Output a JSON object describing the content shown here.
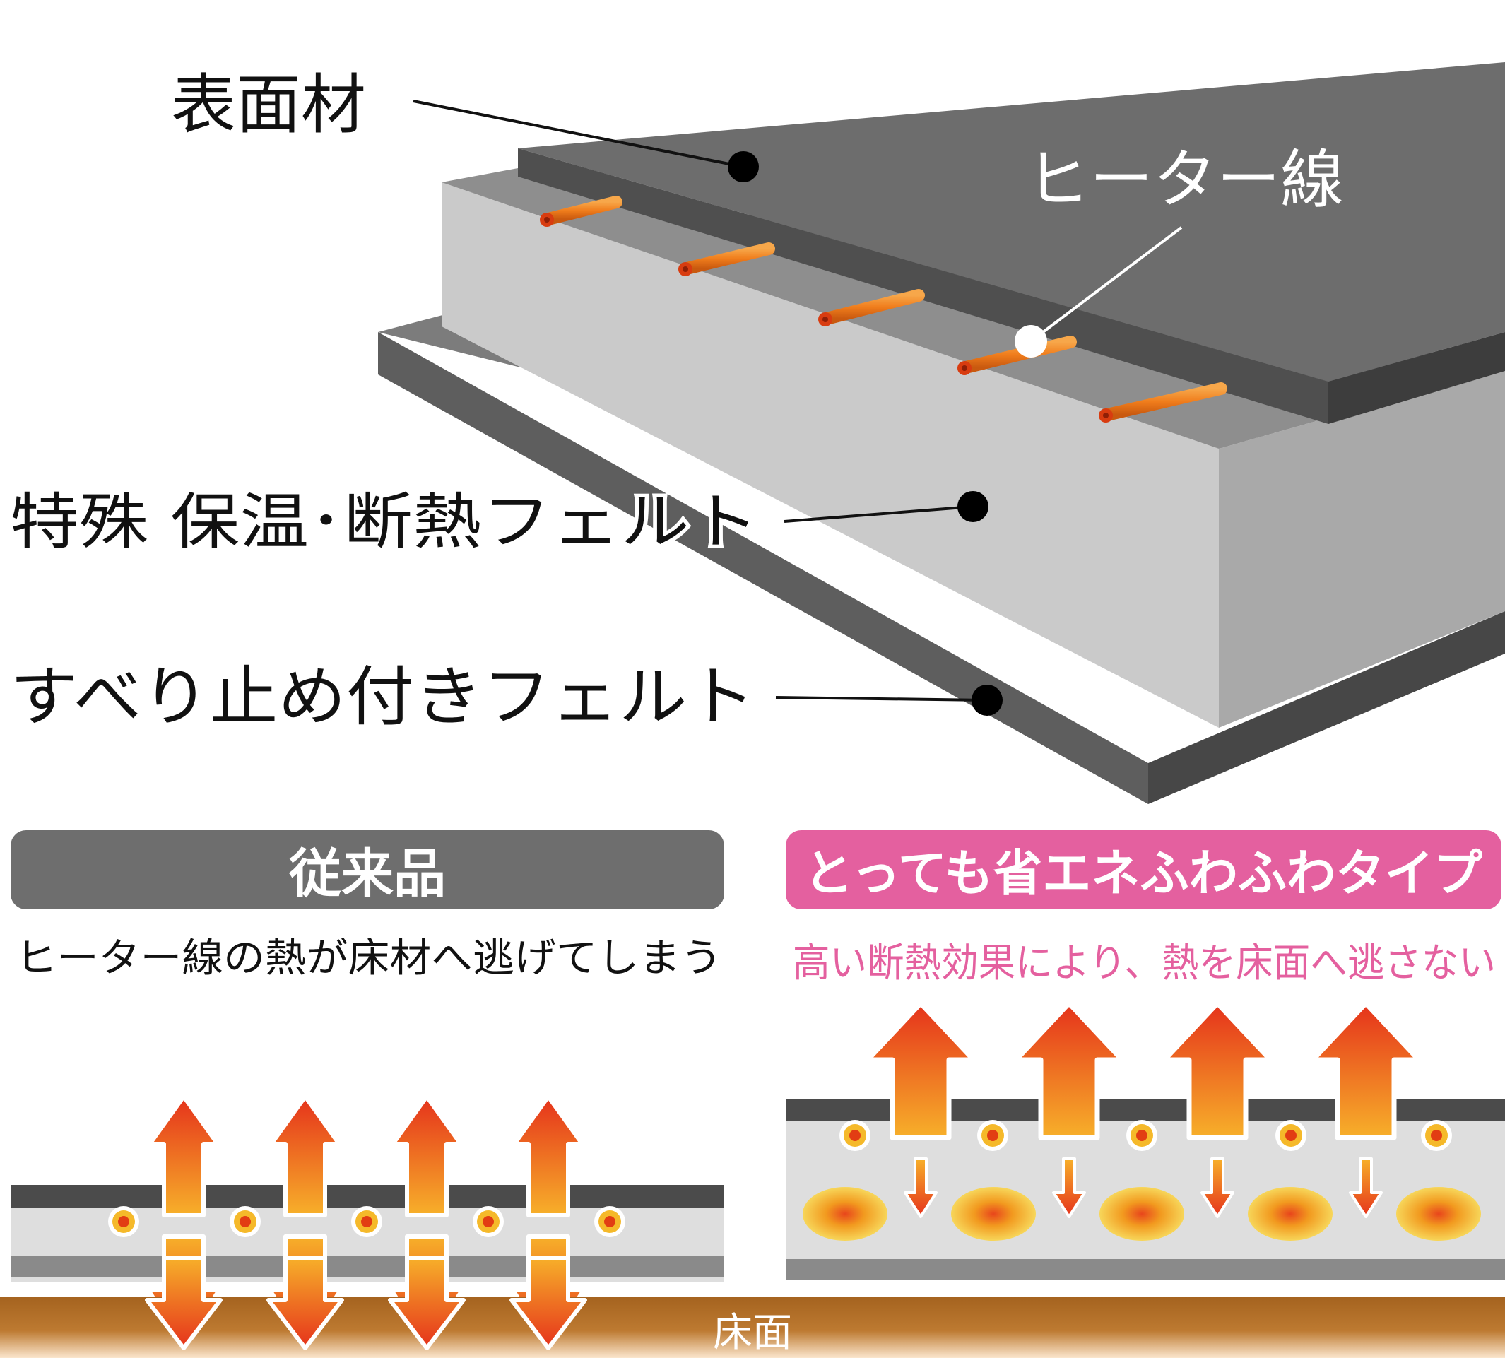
{
  "layers": {
    "surface_label": "表面材",
    "heater_label": "ヒーター線",
    "insulation_label": "特殊 保温･断熱フェルト",
    "antislip_label": "すべり止め付きフェルト"
  },
  "comparison": {
    "left": {
      "title": "従来品",
      "caption": "ヒーター線の熱が床材へ逃げてしまう"
    },
    "right": {
      "title": "とっても省エネふわふわタイプ",
      "caption": "高い断熱効果により、熱を床面へ逃さない"
    },
    "floor_label": "床面"
  },
  "colors": {
    "accent_pink": "#e4609f",
    "panel_gray": "#6e6e6e",
    "heat_orange": "#ef6a1e",
    "floor_brown": "#b06a22"
  }
}
